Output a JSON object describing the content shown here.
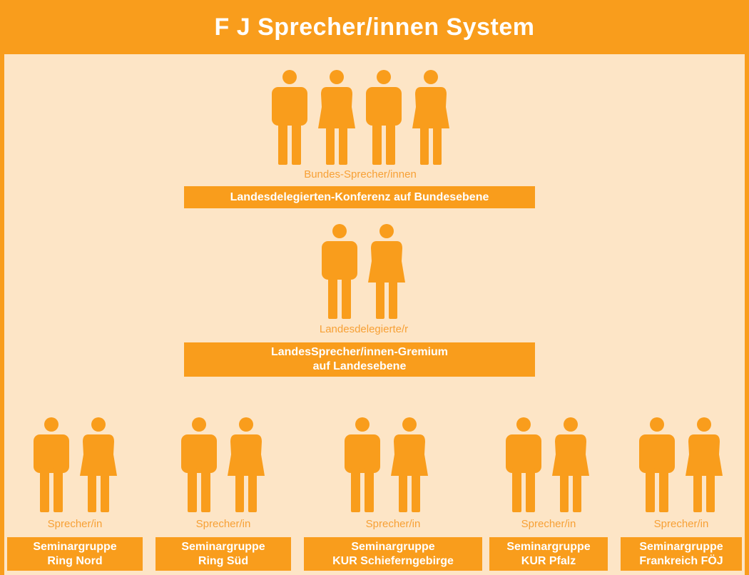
{
  "title": "F J Sprecher/innen System",
  "colors": {
    "accent": "#f99d1c",
    "background": "#fde5c6",
    "label": "#f7a035",
    "text_on_accent": "#ffffff"
  },
  "icons": {
    "male": "male-person-icon",
    "female": "female-person-icon"
  },
  "bundes": {
    "label": "Bundes-Sprecher/innen",
    "box": "Landesdelegierten-Konferenz auf Bundesebene"
  },
  "landes": {
    "label": "Landesdelegierte/r",
    "box_line1": "LandesSprecher/innen-Gremium",
    "box_line2": "auf Landesebene"
  },
  "groups": [
    {
      "label": "Sprecher/in",
      "line1": "Seminargruppe",
      "line2": "Ring Nord"
    },
    {
      "label": "Sprecher/in",
      "line1": "Seminargruppe",
      "line2": "Ring Süd"
    },
    {
      "label": "Sprecher/in",
      "line1": "Seminargruppe",
      "line2": "KUR Schieferngebirge"
    },
    {
      "label": "Sprecher/in",
      "line1": "Seminargruppe",
      "line2": "KUR Pfalz"
    },
    {
      "label": "Sprecher/in",
      "line1": "Seminargruppe",
      "line2": "Frankreich FÖJ"
    }
  ]
}
